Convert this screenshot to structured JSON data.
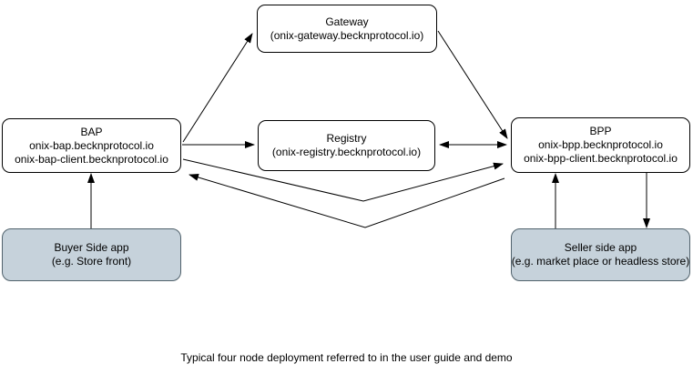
{
  "diagram": {
    "caption": "Typical four node deployment referred to in the user guide and demo",
    "colors": {
      "node_fill": "#ffffff",
      "node_stroke": "#000000",
      "app_fill": "#c6d2db",
      "app_stroke": "#51626c",
      "connector": "#000000"
    },
    "nodes": {
      "gateway": {
        "title": "Gateway",
        "subtitle": "(onix-gateway.becknprotocol.io)"
      },
      "bap": {
        "title": "BAP",
        "host": "onix-bap.becknprotocol.io",
        "client_host": "onix-bap-client.becknprotocol.io"
      },
      "registry": {
        "title": "Registry",
        "subtitle": "(onix-registry.becknprotocol.io)"
      },
      "bpp": {
        "title": "BPP",
        "host": "onix-bpp.becknprotocol.io",
        "client_host": "onix-bpp-client.becknprotocol.io"
      },
      "buyer_app": {
        "title": "Buyer Side app",
        "subtitle": "(e.g. Store front)"
      },
      "seller_app": {
        "title": "Seller side app",
        "subtitle": "(e.g. market place or headless store)"
      }
    },
    "edges": [
      {
        "from": "bap",
        "to": "gateway",
        "direction": "one-way"
      },
      {
        "from": "gateway",
        "to": "bpp",
        "direction": "one-way"
      },
      {
        "from": "bap",
        "to": "registry",
        "direction": "one-way"
      },
      {
        "from": "registry",
        "to": "bpp",
        "direction": "two-way"
      },
      {
        "from": "bap",
        "to": "bpp",
        "direction": "one-way"
      },
      {
        "from": "bpp",
        "to": "bap",
        "direction": "one-way"
      },
      {
        "from": "buyer_app",
        "to": "bap",
        "direction": "one-way"
      },
      {
        "from": "seller_app",
        "to": "bpp",
        "direction": "one-way"
      },
      {
        "from": "bpp",
        "to": "seller_app",
        "direction": "one-way"
      }
    ]
  }
}
